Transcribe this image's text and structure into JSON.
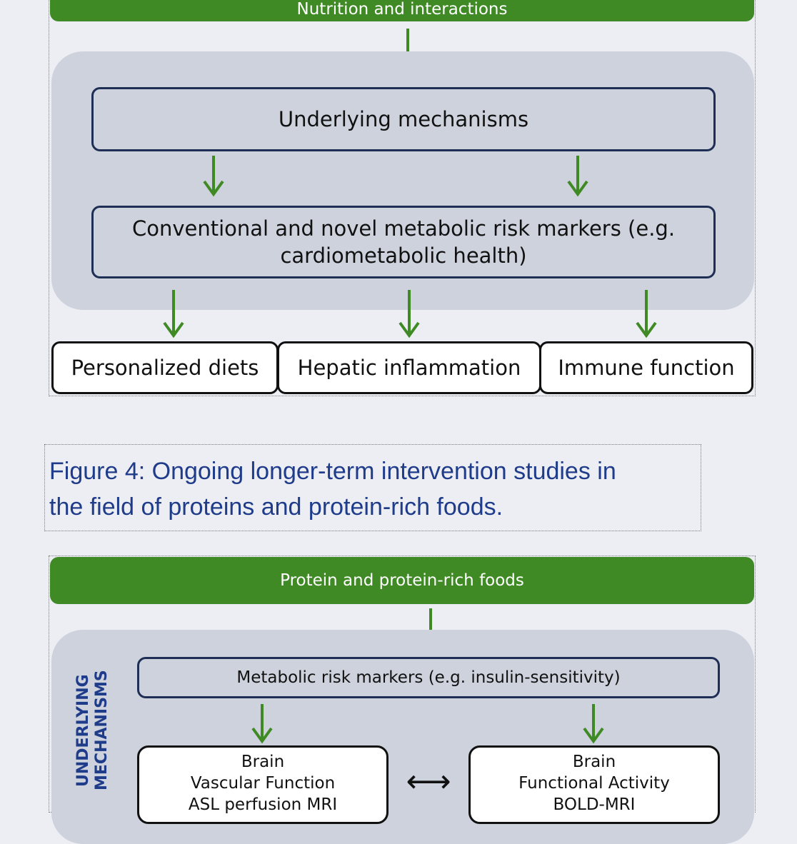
{
  "figure3": {
    "top_bar_label": "Nutrition and interactions",
    "mechanisms_label": "Underlying mechanisms",
    "markers_label": "Conventional and novel metabolic risk markers (e.g. cardiometabolic health)",
    "outcomes": [
      "Personalized diets",
      "Hepatic inflammation",
      "Immune function"
    ]
  },
  "figure4": {
    "caption_line1": "Figure 4: Ongoing longer-term intervention studies in",
    "caption_line2": "the field of proteins and protein-rich foods.",
    "top_bar_label": "Protein and protein-rich foods",
    "side_label_line1": "UNDERLYING",
    "side_label_line2": "MECHANISMS",
    "markers_label": "Metabolic risk markers (e.g. insulin-sensitivity)",
    "brain_left": [
      "Brain",
      "Vascular Function",
      "ASL perfusion MRI"
    ],
    "brain_right": [
      "Brain",
      "Functional Activity",
      "BOLD-MRI"
    ],
    "bidirectional_arrow": "⟷"
  },
  "colors": {
    "green": "#3f8a25",
    "navy": "#1e2e55",
    "panel": "#cdd2dd",
    "background": "#eceef4",
    "caption": "#1f3c8a"
  }
}
